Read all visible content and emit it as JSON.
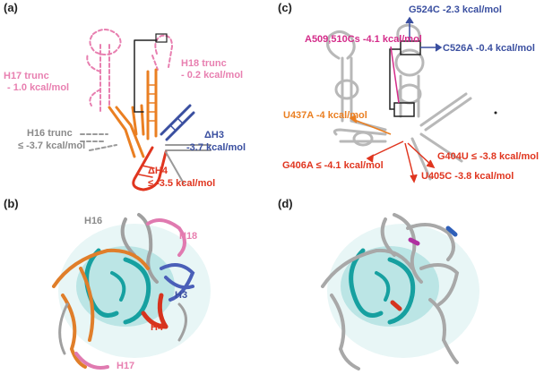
{
  "panels": {
    "a": {
      "label": "(a)",
      "annotations": {
        "h17": "H17 trunc",
        "h17_val": "- 1.0 kcal/mol",
        "h18": "H18 trunc",
        "h18_val": "- 0.2 kcal/mol",
        "h16": "H16 trunc",
        "h16_val": "≤ -3.7 kcal/mol",
        "dh3": "ΔH3",
        "dh3_val": "-3.7 kcal/mol",
        "dh4": "ΔH4",
        "dh4_val": "≤ -3.5 kcal/mol"
      }
    },
    "b": {
      "label": "(b)",
      "labels": {
        "h16": "H16",
        "h18": "H18",
        "h3": "H3",
        "h4": "H4",
        "h17": "H17"
      }
    },
    "c": {
      "label": "(c)",
      "annotations": {
        "g524c": "G524C -2.3 kcal/mol",
        "a509": "A509,510Cs -4.1 kcal/mol",
        "c526a": "C526A -0.4 kcal/mol",
        "u437a": "U437A -4 kcal/mol",
        "g406a": "G406A ≤ -4.1 kcal/mol",
        "g404u": "G404U ≤ -3.8 kcal/mol",
        "u405c": "U405C -3.8 kcal/mol"
      }
    },
    "d": {
      "label": "(d)"
    }
  },
  "colors": {
    "pink": "#e87fb0",
    "orange": "#ea7f22",
    "grey": "#9a9a9a",
    "blue": "#3a4fa0",
    "red": "#e0351f",
    "magenta": "#d42c8a",
    "teal": "#1aa8a8"
  }
}
